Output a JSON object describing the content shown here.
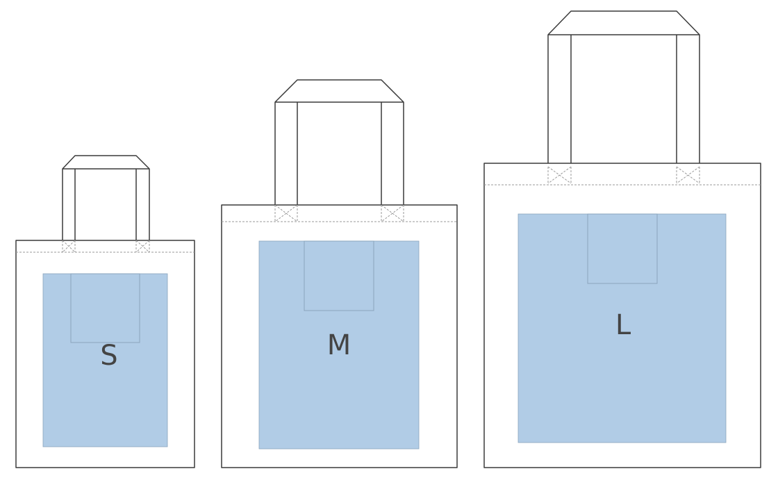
{
  "colors": {
    "outline": "#3a3a3a",
    "print_area": "#b1cce6",
    "print_stroke": "#8aa4bc",
    "seam": "#9a9a9a",
    "label": "#444444",
    "background": "#ffffff"
  },
  "bags": [
    {
      "size_label": "S"
    },
    {
      "size_label": "M"
    },
    {
      "size_label": "L"
    }
  ]
}
